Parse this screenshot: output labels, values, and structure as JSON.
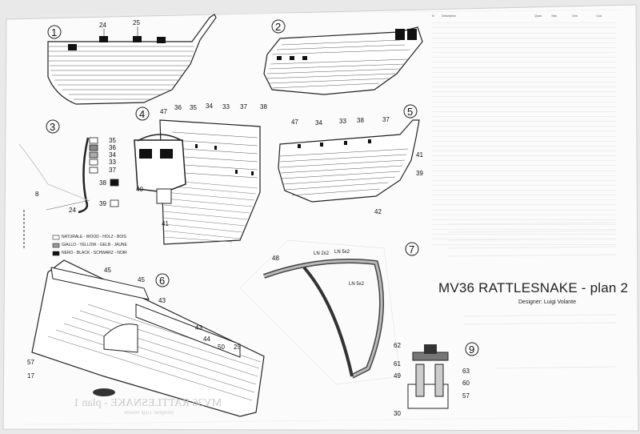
{
  "title": "MV36 RATTLESNAKE - plan 2",
  "designer": "Designer: Luigi Volante",
  "ghost_title": "MV36 RATTLESNAKE - plan 1",
  "ghost_designer": "Designer: Luigi Volante",
  "figure_numbers": [
    "1",
    "2",
    "3",
    "4",
    "5",
    "6",
    "7",
    "9"
  ],
  "figure1_labels": [
    "24",
    "25"
  ],
  "figure3_labels": [
    "35",
    "36",
    "34",
    "33",
    "37",
    "38",
    "39",
    "24",
    "8"
  ],
  "figure4_labels": [
    "47",
    "36",
    "35",
    "34",
    "33",
    "37",
    "38",
    "40",
    "41"
  ],
  "figure5_labels": [
    "47",
    "34",
    "33",
    "38",
    "37",
    "41",
    "39",
    "42"
  ],
  "figure6_labels": [
    "45",
    "45",
    "43",
    "43",
    "44",
    "50",
    "25",
    "57",
    "17"
  ],
  "figure7_labels": [
    "48",
    "LN 2x2",
    "LN 5x2",
    "LN 5x2"
  ],
  "figure9_labels": [
    "62",
    "61",
    "49",
    "63",
    "60",
    "57",
    "30"
  ],
  "legend": [
    "NATURALE - WOOD - HOLZ - BOIS",
    "GIALLO - YELLOW - GELB - JAUNE",
    "NERO - BLACK - SCHWARZ - NOIR"
  ],
  "parts_table": {
    "header": [
      "N",
      "Description",
      "Quan.",
      "Mat.",
      "Dim.",
      "Cod."
    ],
    "row_count": 46
  }
}
